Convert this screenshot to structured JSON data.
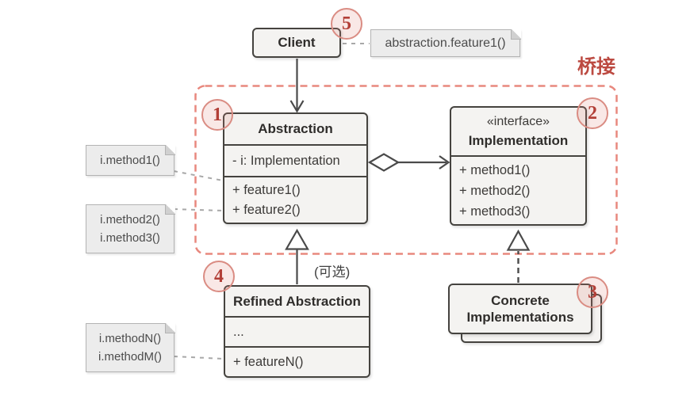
{
  "labels": {
    "bridge": "桥接",
    "optional": "(可选)"
  },
  "client": {
    "badge": "5",
    "title": "Client"
  },
  "client_note": {
    "text": "abstraction.feature1()"
  },
  "abstraction": {
    "badge": "1",
    "title": "Abstraction",
    "field": "- i: Implementation",
    "methods": [
      "+ feature1()",
      "+ feature2()"
    ]
  },
  "implementation": {
    "badge": "2",
    "stereotype": "«interface»",
    "title": "Implementation",
    "methods": [
      "+ method1()",
      "+ method2()",
      "+ method3()"
    ]
  },
  "refined_abstraction": {
    "badge": "4",
    "title": "Refined Abstraction",
    "field": "...",
    "methods": [
      "+ featureN()"
    ]
  },
  "concrete_implementations": {
    "badge": "3",
    "title_line1": "Concrete",
    "title_line2": "Implementations"
  },
  "notes": {
    "note1": {
      "lines": [
        "i.method1()"
      ]
    },
    "note2": {
      "lines": [
        "i.method2()",
        "i.method3()"
      ]
    },
    "note3": {
      "lines": [
        "i.methodN()",
        "i.methodM()"
      ]
    }
  },
  "colors": {
    "accent_red": "#bc4a41",
    "boundary_red": "#e8887e",
    "badge_border": "#da8c83",
    "badge_text": "#b23f37",
    "box_border": "#45433f",
    "box_fill": "#f4f3f1",
    "note_fill": "#ececec",
    "note_border": "#b3b3b3",
    "line_color": "#4a4a4a",
    "connector_gray": "#a8a8a8"
  }
}
